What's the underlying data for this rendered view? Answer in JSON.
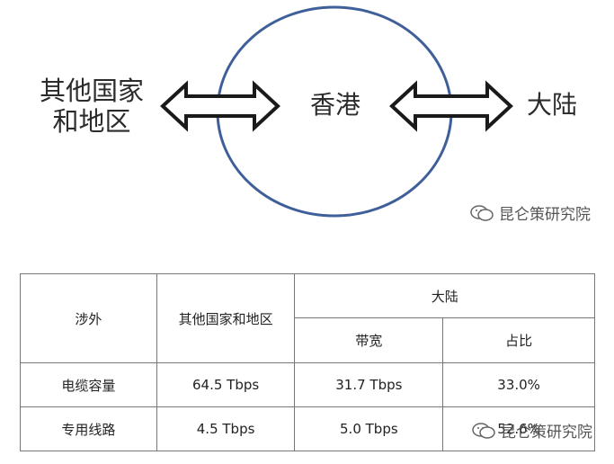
{
  "diagram": {
    "left_label_line1": "其他国家",
    "left_label_line2": "和地区",
    "center_label": "香港",
    "right_label": "大陆"
  },
  "watermark": {
    "text": "昆仑策研究院",
    "icon": "wechat-icon"
  },
  "table": {
    "header": {
      "col1": "涉外",
      "col2": "其他国家和地区",
      "group": "大陆",
      "sub1": "带宽",
      "sub2": "占比"
    },
    "rows": [
      {
        "label": "电缆容量",
        "other": "64.5 Tbps",
        "bandwidth": "31.7 Tbps",
        "share": "33.0%"
      },
      {
        "label": "专用线路",
        "other": "4.5 Tbps",
        "bandwidth": "5.0 Tbps",
        "share": "52.6%"
      }
    ]
  },
  "colors": {
    "circle_stroke": "#3f5f9a",
    "arrow_stroke": "#1a1a1a",
    "table_border": "#777777"
  }
}
